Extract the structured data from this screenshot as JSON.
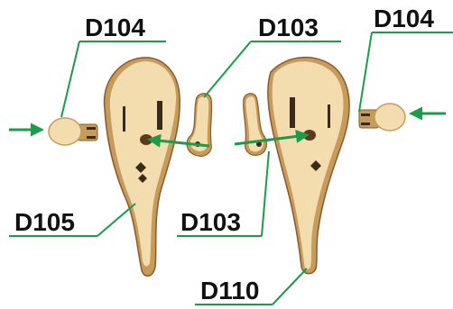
{
  "labels": {
    "d104_left": "D104",
    "d103_top": "D103",
    "d104_right": "D104",
    "d105": "D105",
    "d103_bottom": "D103",
    "d110": "D110"
  },
  "colors": {
    "wood": "#f3dcae",
    "wood_edge": "#c79b5c",
    "wood_dark": "#8a5a2b",
    "leader": "#1d9a4a",
    "label_text": "#111111"
  }
}
